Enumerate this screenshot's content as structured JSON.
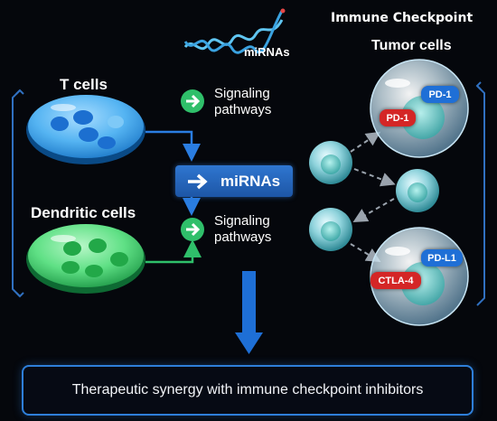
{
  "header": {
    "immune_checkpoint": "Immune Checkpoint",
    "tumor_cells": "Tumor cells",
    "mirnas_strand_label": "miRNAs"
  },
  "left": {
    "t_cells": "T cells",
    "dendritic_cells": "Dendritic cells"
  },
  "center": {
    "signaling_top": [
      "Signaling",
      "pathways"
    ],
    "mirnas_box": "miRNAs",
    "signaling_bottom": [
      "Signaling",
      "pathways"
    ]
  },
  "right": {
    "badges_top": [
      "PD-1",
      "PD-1"
    ],
    "badges_bottom": [
      "PD-L1",
      "CTLA-4"
    ]
  },
  "footer": {
    "synergy": "Therapeutic synergy with immune checkpoint inhibitors"
  },
  "colors": {
    "blue_badge": "#1f6fd6",
    "red_badge": "#d42626",
    "arrow_blue": "#2a7de1",
    "green_circle": "#2fbf6a"
  }
}
